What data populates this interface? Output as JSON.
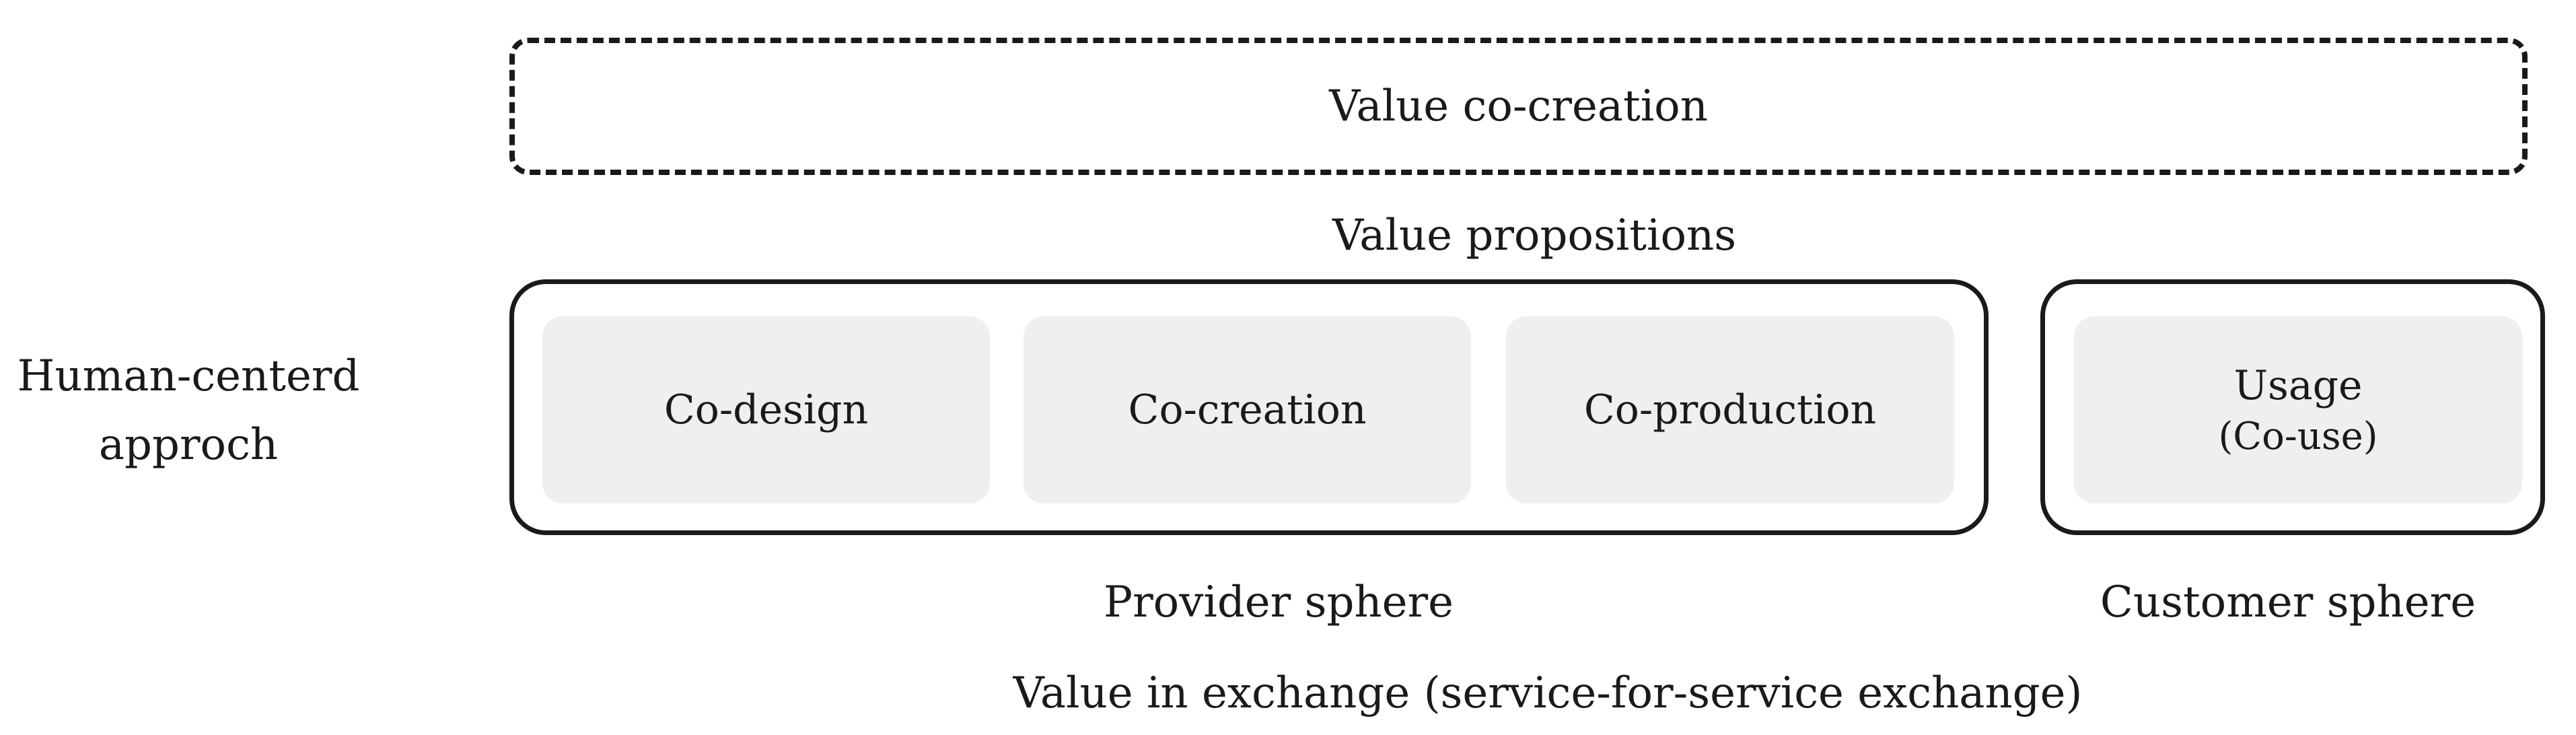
{
  "diagram": {
    "co_creation": "Value co-creation",
    "propositions": "Value propositions",
    "approach": {
      "line1": "Human-centerd",
      "line2": "approch"
    },
    "provider": {
      "activities": [
        "Co-design",
        "Co-creation",
        "Co-production"
      ],
      "sphere_label": "Provider sphere"
    },
    "customer": {
      "usage": "Usage",
      "usage_sub": "(Co-use)",
      "sphere_label": "Customer sphere"
    },
    "exchange": "Value in exchange (service-for-service exchange)"
  }
}
